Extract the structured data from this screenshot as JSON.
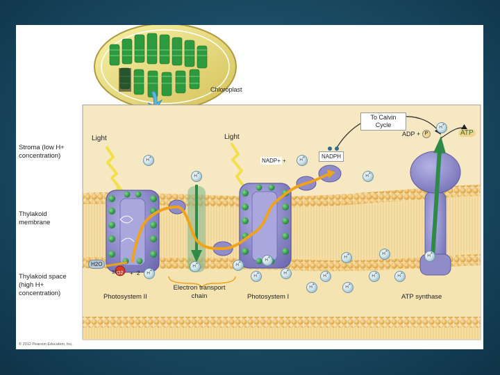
{
  "labels": {
    "chloroplast": "Chloroplast",
    "to_calvin": "To Calvin Cycle",
    "light_left": "Light",
    "light_right": "Light",
    "adp": "ADP",
    "plus": "+",
    "p": "P",
    "atp": "ATP",
    "nadp_plus": "NADP+",
    "nadph": "NADPH",
    "stroma": "Stroma (low H+ concentration)",
    "thylakoid_membrane": "Thylakoid membrane",
    "thylakoid_space": "Thylakoid space (high H+ concentration)",
    "h2o": "H2O",
    "half": "1/2",
    "o2": "O2",
    "two": "2",
    "photosystem_ii": "Photosystem II",
    "etc": "Electron transport chain",
    "photosystem_i": "Photosystem I",
    "atp_synthase": "ATP synthase",
    "h_ion": "H",
    "copyright": "© 2012 Pearson Education, Inc."
  },
  "colors": {
    "stroma": "#f7e8c4",
    "lumen": "#f5e3b2",
    "head": "#e6ab48",
    "tail": "#f3d48a",
    "protein": "#8f8cc8",
    "protein_dark": "#5e5a9e",
    "chlorophyll": "#2f9a46",
    "electron_path": "#f0a21a",
    "light_bolt": "#f1e04a",
    "proton_arrow": "#2f8a4a"
  }
}
